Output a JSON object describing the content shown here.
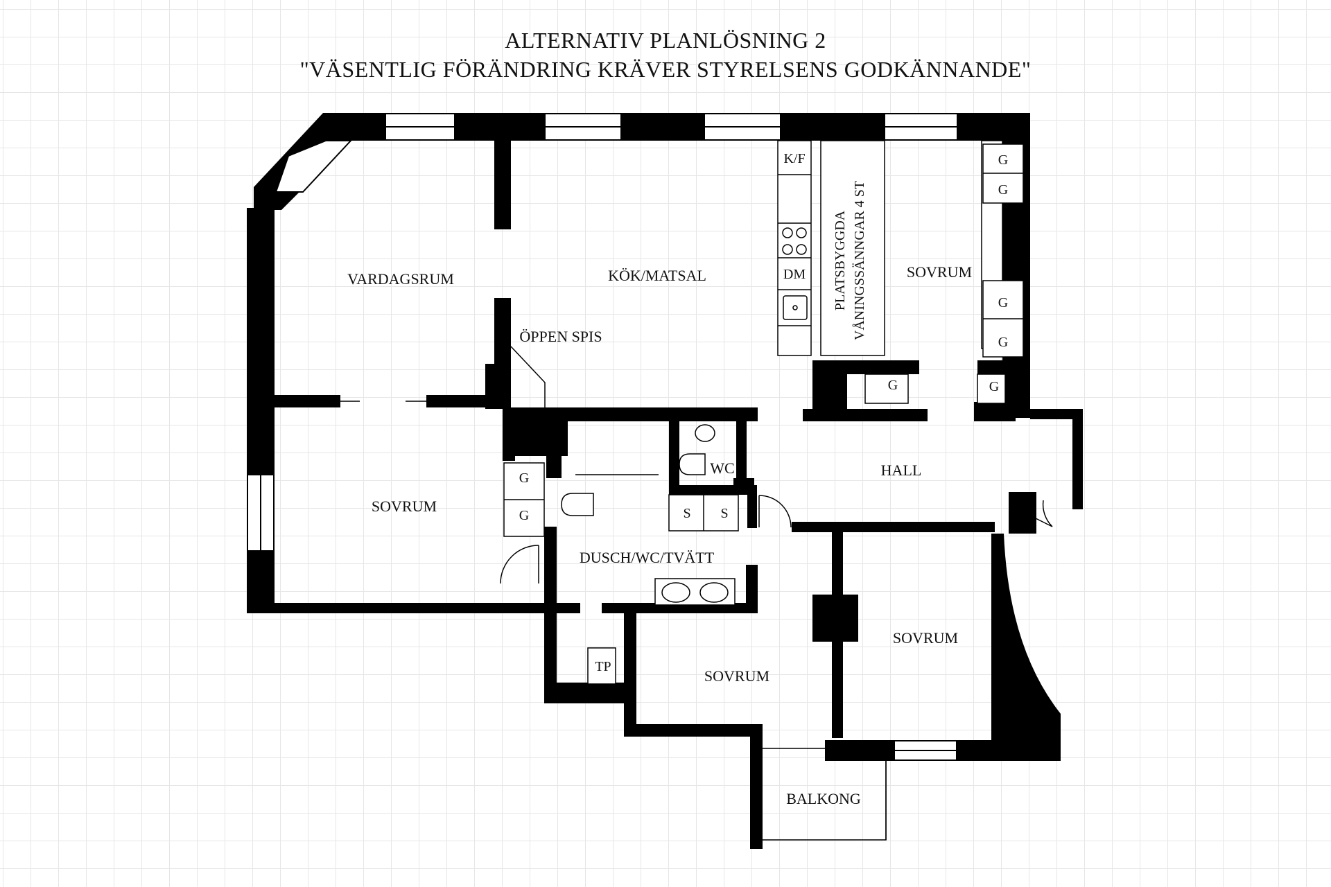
{
  "title": "ALTERNATIV PLANLÖSNING 2",
  "subtitle": "\"VÄSENTLIG FÖRÄNDRING KRÄVER STYRELSENS GODKÄNNANDE\"",
  "rooms": {
    "living_room": "VARDAGSRUM",
    "kitchen_dining": "KÖK/MATSAL",
    "fireplace": "ÖPPEN SPIS",
    "bedroom_left": "SOVRUM",
    "bedroom_top_right": "SOVRUM",
    "bedroom_bottom_right": "SOVRUM",
    "bedroom_bottom_middle": "SOVRUM",
    "hall": "HALL",
    "bathroom": "DUSCH/WC/TVÄTT",
    "wc": "WC",
    "balcony": "BALKONG"
  },
  "fixtures": {
    "fridge_freezer": "K/F",
    "dishwasher": "DM",
    "built_in_bunks_line1": "PLATSBYGGDA",
    "built_in_bunks_line2": "VÅNINGSSÄNNGAR 4 ST",
    "wardrobe": "G",
    "closet": "S",
    "drying_cabinet": "TP"
  }
}
